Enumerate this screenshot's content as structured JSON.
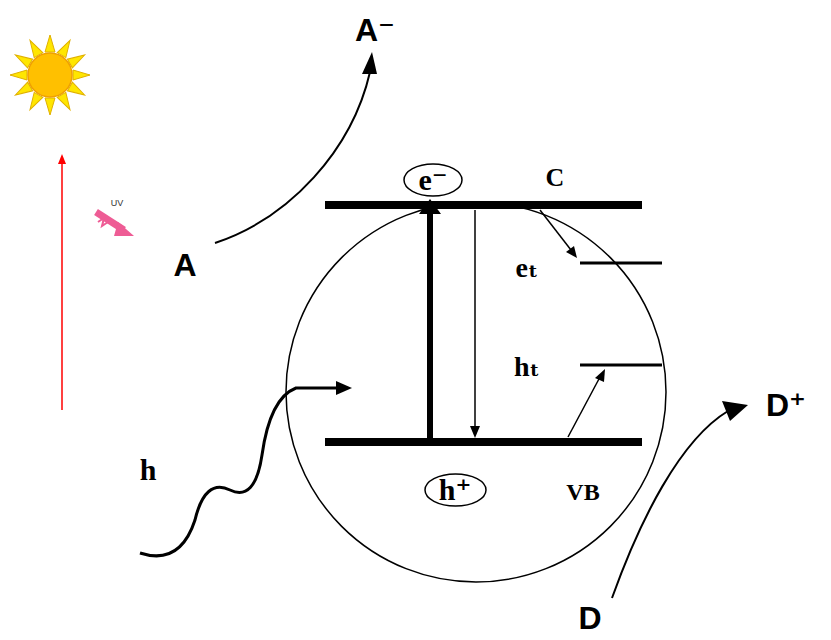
{
  "diagram": {
    "nodes": [
      {
        "text": [
          "C",
          "eₜ",
          "hₜ",
          "VB"
        ]
      },
      {
        "text": [
          "e⁻"
        ],
        "in": 0
      },
      {
        "text": [
          "h⁺"
        ],
        "in": 0
      }
    ],
    "labels": [
      "A⁻",
      "UV",
      "A",
      "h",
      "D⁺",
      "D"
    ]
  }
}
